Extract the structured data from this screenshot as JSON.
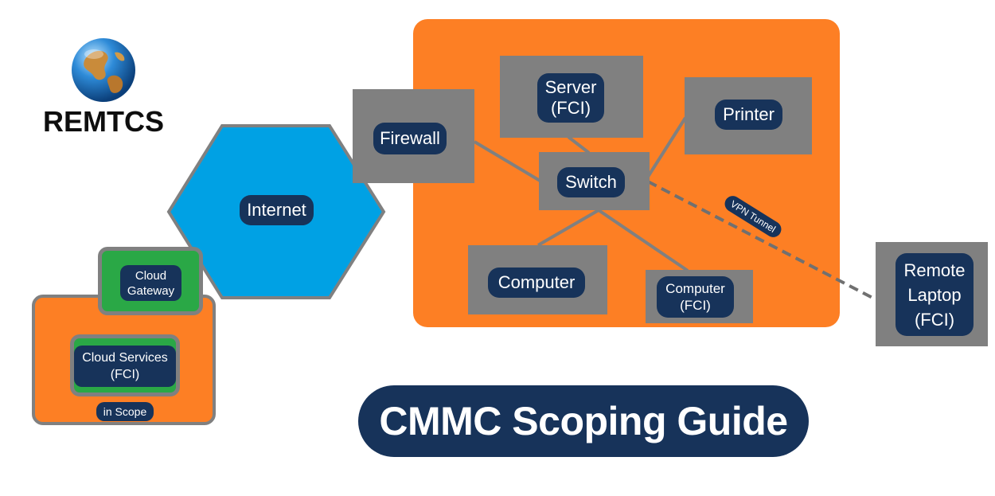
{
  "brand": {
    "name": "REMTCS"
  },
  "title": "CMMC Scoping Guide",
  "nodes": {
    "internet": "Internet",
    "firewall": "Firewall",
    "switch": "Switch",
    "printer": "Printer",
    "server": {
      "line1": "Server",
      "line2": "(FCI)"
    },
    "computer": "Computer",
    "computer_fci": {
      "line1": "Computer",
      "line2": "(FCI)"
    },
    "remote_laptop": {
      "line1": "Remote",
      "line2": "Laptop",
      "line3": "(FCI)"
    },
    "cloud_gateway": {
      "line1": "Cloud",
      "line2": "Gateway"
    },
    "cloud_services": {
      "line1": "Cloud Services",
      "line2": "(FCI)"
    },
    "in_scope": "in Scope"
  },
  "connections": {
    "vpn_tunnel": "VPN Tunnel"
  },
  "colors": {
    "scope_zone": "#fd7f24",
    "asset_box": "#808080",
    "label_pill": "#17335a",
    "internet": "#00a1e4",
    "cloud": "#2aa846",
    "globe": "globe-icon"
  }
}
